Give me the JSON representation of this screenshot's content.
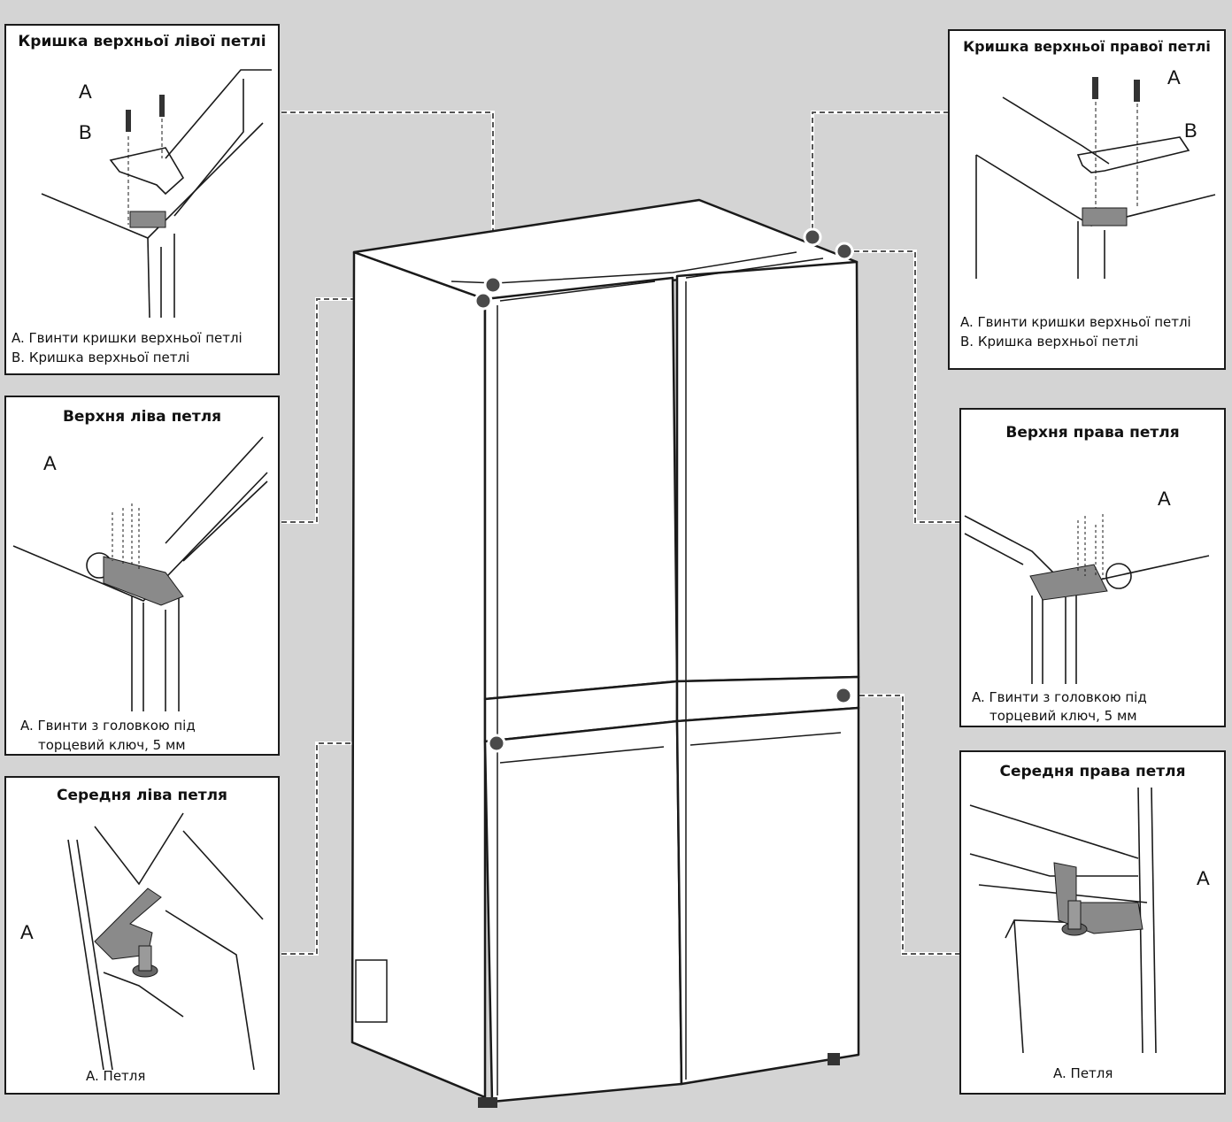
{
  "panels": {
    "top_left_cover": {
      "title": "Кришка верхньої лівої петлі",
      "callouts": [
        "A",
        "B"
      ],
      "captions": [
        "A. Гвинти кришки верхньої петлі",
        "B. Кришка верхньої петлі"
      ]
    },
    "top_right_cover": {
      "title": "Кришка верхньої правої петлі",
      "callouts": [
        "A",
        "B"
      ],
      "captions": [
        "A. Гвинти кришки верхньої петлі",
        "B. Кришка верхньої петлі"
      ]
    },
    "upper_left_hinge": {
      "title": "Верхня ліва петля",
      "callouts": [
        "A"
      ],
      "captions": [
        "A. Гвинти з головкою під",
        "торцевий ключ, 5 мм"
      ]
    },
    "upper_right_hinge": {
      "title": "Верхня права петля",
      "callouts": [
        "A"
      ],
      "captions": [
        "A. Гвинти з головкою під",
        "торцевий ключ, 5 мм"
      ]
    },
    "middle_left_hinge": {
      "title": "Середня ліва петля",
      "callouts": [
        "A"
      ],
      "captions": [
        "A. Петля"
      ]
    },
    "middle_right_hinge": {
      "title": "Середня права петля",
      "callouts": [
        "A"
      ],
      "captions": [
        "A. Петля"
      ]
    }
  },
  "colors": {
    "background": "#d4d4d4",
    "panel": "#ffffff",
    "line": "#1a1a1a",
    "hinge_metal": "#8a8a8a",
    "dot": "#4a4a4a",
    "leader": "#ffffff"
  }
}
